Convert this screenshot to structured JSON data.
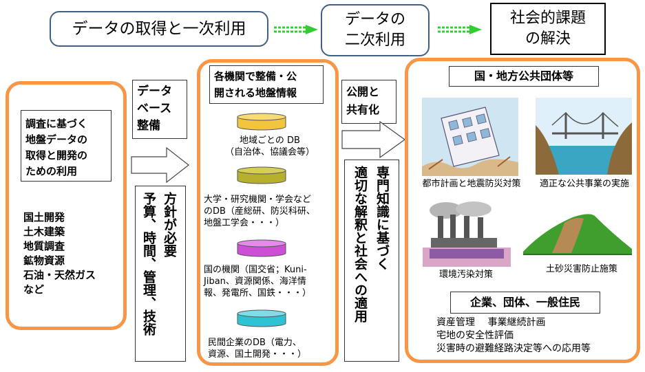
{
  "stages": [
    {
      "label": "データの取得と一次利用"
    },
    {
      "label": "データの\n二次利用"
    },
    {
      "label": "社会的課題\nの解決"
    }
  ],
  "left": {
    "purpose": "調査に基づく\n地盤データの\n取得と開発の\nための利用",
    "fields": [
      "国土開発",
      "土木建築",
      "地質調査",
      "鉱物資源",
      "石油・天然ガス",
      "など"
    ]
  },
  "db_build": {
    "label": "データ\nベース\n整備"
  },
  "requirements": {
    "label": "方針が必要\n予算、時間、管理、技術"
  },
  "middle": {
    "title": "各機関で整備・公\n開される地盤情報",
    "databases": [
      {
        "label": "地域ごとの DB\n（自治体、協議会等）",
        "color": "#f2c53d"
      },
      {
        "label": "大学・研究機関・学会など\nのDB（産総研、防災科研、\n地盤工学会・・・）",
        "color": "#b7b02c"
      },
      {
        "label": "国の機関（国交省；Kuni-\nJiban、資源関係、海洋情\n報、発電所、国鉄・・・）",
        "color": "#cc4fd6"
      },
      {
        "label": "民間企業のDB（電力、\n資源、国土開発・・・）",
        "color": "#2ec3d4"
      }
    ]
  },
  "share": {
    "label": "公開と\n共有化"
  },
  "expert": {
    "label": "専門知識に基づく\n適切な解釈と社会への適用"
  },
  "right": {
    "gov_title": "国・地方公共団体等",
    "captions": [
      "都市計画と地震防災対策",
      "適正な公共事業の実施",
      "環境汚染対策",
      "土砂災害防止施策"
    ],
    "corp_title": "企業、団体、一般住民",
    "corp_items": [
      "資産管理　 事業継続計画",
      "宅地の安全性評価",
      "災害時の避難経路決定等への応用等"
    ]
  },
  "colors": {
    "panel_border": "#f79646",
    "stage_border": "#3f5f83",
    "green_arrow": "#33cc33"
  }
}
